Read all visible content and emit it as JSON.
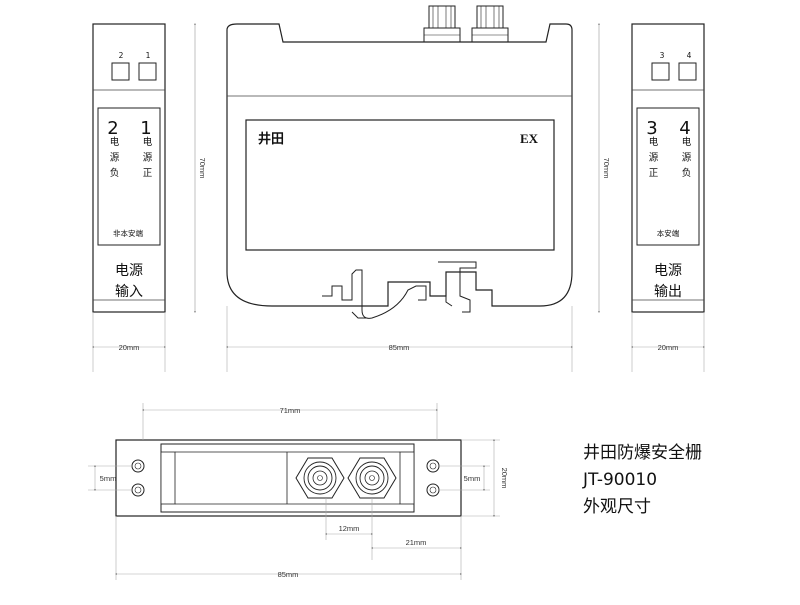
{
  "left_module": {
    "terminals": [
      "2",
      "1"
    ],
    "panel_numbers": [
      "2",
      "1"
    ],
    "panel_col_a": "电源负",
    "panel_col_b": "电源正",
    "panel_note": "非本安端",
    "footer_line1": "电源",
    "footer_line2": "输入",
    "dim_height": "70mm",
    "dim_width": "20mm"
  },
  "center_module": {
    "label_left": "井田",
    "label_right": "EX",
    "dim_height": "70mm",
    "dim_width": "85mm"
  },
  "right_module": {
    "terminals": [
      "3",
      "4"
    ],
    "panel_numbers": [
      "3",
      "4"
    ],
    "panel_col_a": "电源正",
    "panel_col_b": "电源负",
    "panel_note": "本安端",
    "footer_line1": "电源",
    "footer_line2": "输出",
    "dim_width": "20mm"
  },
  "bottom_view": {
    "dim_top": "71mm",
    "dim_left_hole": "5mm",
    "dim_right_hole": "5mm",
    "dim_height": "20mm",
    "dim_connector_pitch": "12mm",
    "dim_connector_offset": "21mm",
    "dim_overall": "85mm"
  },
  "caption": {
    "line1": "井田防爆安全栅",
    "line2": "JT-90010",
    "line3": "外观尺寸"
  }
}
